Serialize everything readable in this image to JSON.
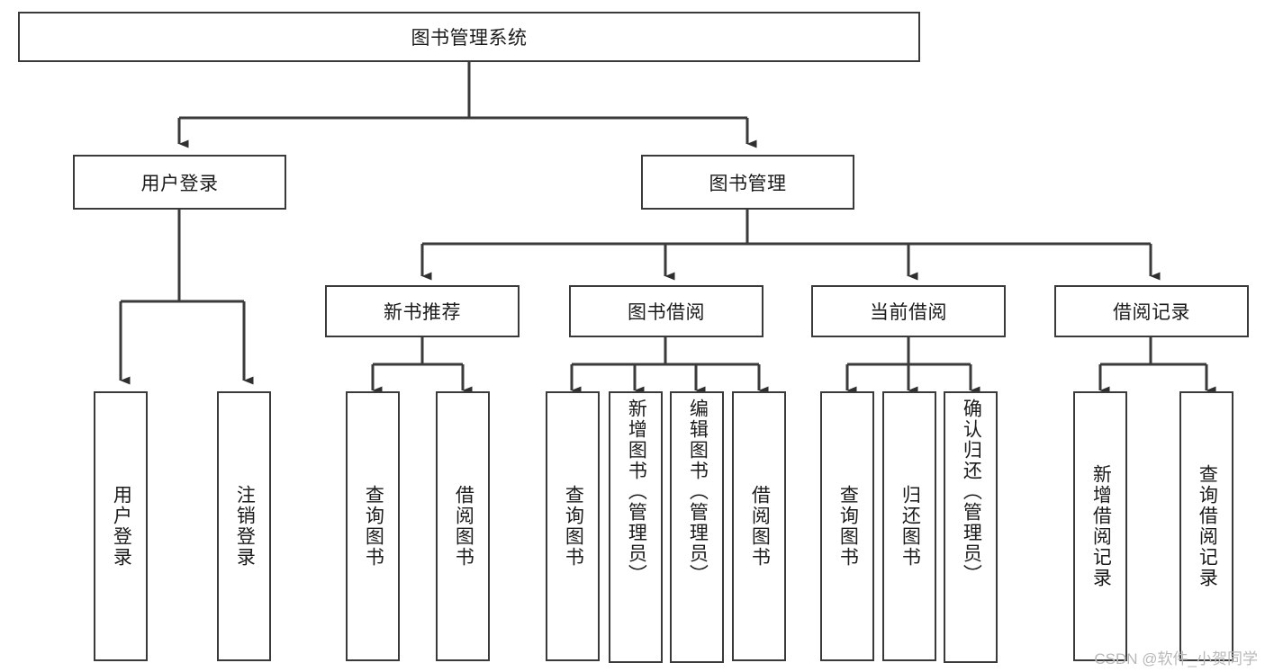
{
  "diagram": {
    "title_node": {
      "label": "图书管理系统"
    },
    "level2": [
      {
        "id": "user-login",
        "label": "用户登录"
      },
      {
        "id": "book-manage",
        "label": "图书管理"
      }
    ],
    "level3": [
      {
        "id": "new-book-recommend",
        "label": "新书推荐"
      },
      {
        "id": "book-borrow",
        "label": "图书借阅"
      },
      {
        "id": "current-borrow",
        "label": "当前借阅"
      },
      {
        "id": "borrow-record",
        "label": "借阅记录"
      }
    ],
    "leaves": {
      "user_login": [
        {
          "id": "leaf-user-login",
          "label": "用户登录"
        },
        {
          "id": "leaf-logout-login",
          "label": "注销登录"
        }
      ],
      "new_book_recommend": [
        {
          "id": "leaf-query-book-1",
          "label": "查询图书"
        },
        {
          "id": "leaf-borrow-book-1",
          "label": "借阅图书"
        }
      ],
      "book_borrow": [
        {
          "id": "leaf-query-book-2",
          "label": "查询图书"
        },
        {
          "id": "leaf-add-book-admin",
          "label": "新增图书（管理员）"
        },
        {
          "id": "leaf-edit-book-admin",
          "label": "编辑图书（管理员）"
        },
        {
          "id": "leaf-borrow-book-2",
          "label": "借阅图书"
        }
      ],
      "current_borrow": [
        {
          "id": "leaf-query-book-3",
          "label": "查询图书"
        },
        {
          "id": "leaf-return-book",
          "label": "归还图书"
        },
        {
          "id": "leaf-confirm-return-admin",
          "label": "确认归还（管理员）"
        }
      ],
      "borrow_record": [
        {
          "id": "leaf-add-borrow-record",
          "label": "新增借阅记录"
        },
        {
          "id": "leaf-query-borrow-record",
          "label": "查询借阅记录"
        }
      ]
    }
  },
  "watermark": {
    "text": "CSDN @软件_小贺同学"
  },
  "colors": {
    "stroke": "#3a3a3a",
    "text": "#1b1b1b",
    "background": "#ffffff",
    "watermark": "#b9b9b9"
  }
}
